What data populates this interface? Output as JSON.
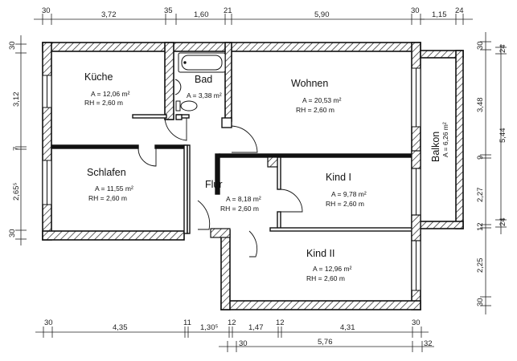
{
  "title": "Wohnungsgrundriss",
  "rooms": [
    {
      "name": "Küche",
      "area": "A = 12,06 m²",
      "height": "RH = 2,60 m"
    },
    {
      "name": "Bad",
      "area": "A = 3,38 m²",
      "height": ""
    },
    {
      "name": "Wohnen",
      "area": "A = 20,53 m²",
      "height": "RH = 2,60 m"
    },
    {
      "name": "Schlafen",
      "area": "A = 11,55 m²",
      "height": "RH = 2,60 m"
    },
    {
      "name": "Flur",
      "area": "A = 8,18 m²",
      "height": "RH = 2,60 m"
    },
    {
      "name": "Kind I",
      "area": "A = 9,78 m²",
      "height": "RH = 2,60 m"
    },
    {
      "name": "Kind II",
      "area": "A = 12,96 m²",
      "height": "RH = 2,60 m"
    },
    {
      "name": "Balkon",
      "area": "A = 6,26 m²",
      "height": ""
    }
  ],
  "dimensions": {
    "top": [
      "30",
      "3,72",
      "35",
      "1,60",
      "21",
      "5,90",
      "30",
      "1,15",
      "24"
    ],
    "left": [
      "30",
      "3,12",
      "7",
      "2,65⁵",
      "30"
    ],
    "right_inner": [
      "30",
      "3,48",
      "9",
      "2,27",
      "12",
      "2,25",
      "30"
    ],
    "right_outer": [
      "24",
      "5,44",
      "24"
    ],
    "bottom_row1": [
      "30",
      "4,35",
      "11",
      "1,30⁵",
      "12",
      "1,47",
      "12",
      "4,31",
      "30"
    ],
    "bottom_row2": [
      "30",
      "5,76",
      "32"
    ]
  }
}
